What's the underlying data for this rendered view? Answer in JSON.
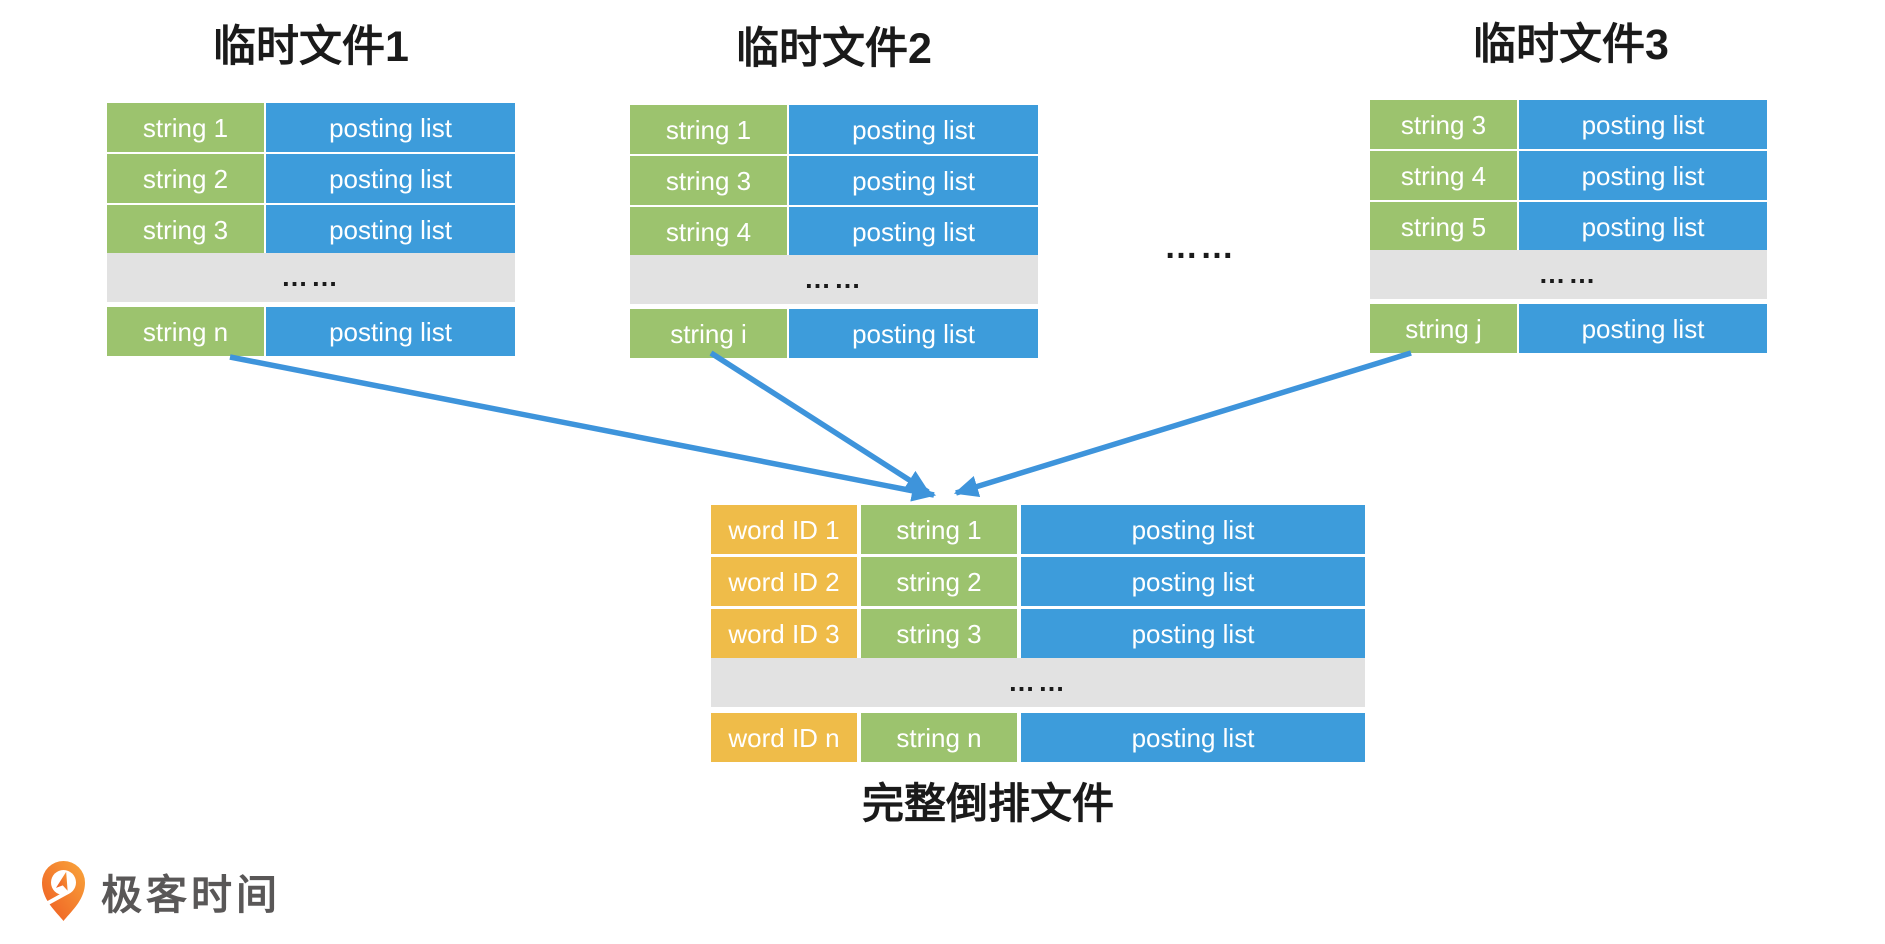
{
  "colors": {
    "green": "#9CC36E",
    "blue": "#3D9CDB",
    "orange": "#EFBC49",
    "gray": "#E2E2E2",
    "arrow": "#3E94DB",
    "title_text": "#1A1A1A",
    "cell_text": "#FFFFFF",
    "logo_text": "#595757"
  },
  "temp_files": [
    {
      "title": "临时文件1",
      "rows": [
        {
          "key": "string 1",
          "value": "posting list"
        },
        {
          "key": "string 2",
          "value": "posting list"
        },
        {
          "key": "string 3",
          "value": "posting list"
        },
        {
          "ellipsis": "……"
        },
        {
          "key": "string n",
          "value": "posting list"
        }
      ]
    },
    {
      "title": "临时文件2",
      "rows": [
        {
          "key": "string 1",
          "value": "posting list"
        },
        {
          "key": "string 3",
          "value": "posting list"
        },
        {
          "key": "string 4",
          "value": "posting list"
        },
        {
          "ellipsis": "……"
        },
        {
          "key": "string i",
          "value": "posting list"
        }
      ]
    },
    {
      "title": "临时文件3",
      "rows": [
        {
          "key": "string 3",
          "value": "posting list"
        },
        {
          "key": "string 4",
          "value": "posting list"
        },
        {
          "key": "string 5",
          "value": "posting list"
        },
        {
          "ellipsis": "……"
        },
        {
          "key": "string j",
          "value": "posting list"
        }
      ]
    }
  ],
  "between_tables_ellipsis": "……",
  "merged_file": {
    "caption": "完整倒排文件",
    "rows": [
      {
        "id": "word ID 1",
        "key": "string 1",
        "value": "posting list"
      },
      {
        "id": "word ID 2",
        "key": "string 2",
        "value": "posting list"
      },
      {
        "id": "word ID 3",
        "key": "string 3",
        "value": "posting list"
      },
      {
        "ellipsis": "……"
      },
      {
        "id": "word ID n",
        "key": "string n",
        "value": "posting list"
      }
    ]
  },
  "logo": {
    "text": "极客时间",
    "icon": "geektime-pin-icon"
  }
}
